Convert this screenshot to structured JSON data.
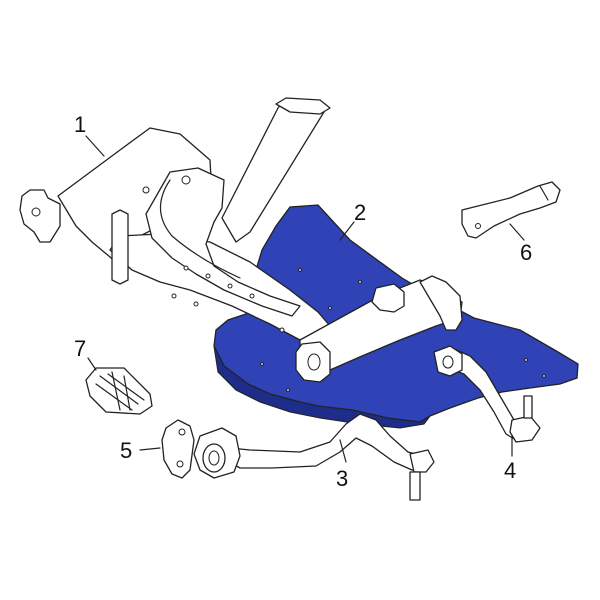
{
  "colors": {
    "highlight": "#2f43b6",
    "highlight_shadow": "#1e2c8a",
    "line": "#222222",
    "background": "#ffffff"
  },
  "callouts": [
    {
      "id": "1",
      "text": "1",
      "part": "front-subframe-crossmember"
    },
    {
      "id": "2",
      "text": "2",
      "part": "engine-splash-shield"
    },
    {
      "id": "3",
      "text": "3",
      "part": "lower-control-arm"
    },
    {
      "id": "4",
      "text": "4",
      "part": "tension-strut"
    },
    {
      "id": "5",
      "text": "5",
      "part": "bushing-bracket"
    },
    {
      "id": "6",
      "text": "6",
      "part": "reinforcement-brace"
    },
    {
      "id": "7",
      "text": "7",
      "part": "access-cover"
    }
  ]
}
